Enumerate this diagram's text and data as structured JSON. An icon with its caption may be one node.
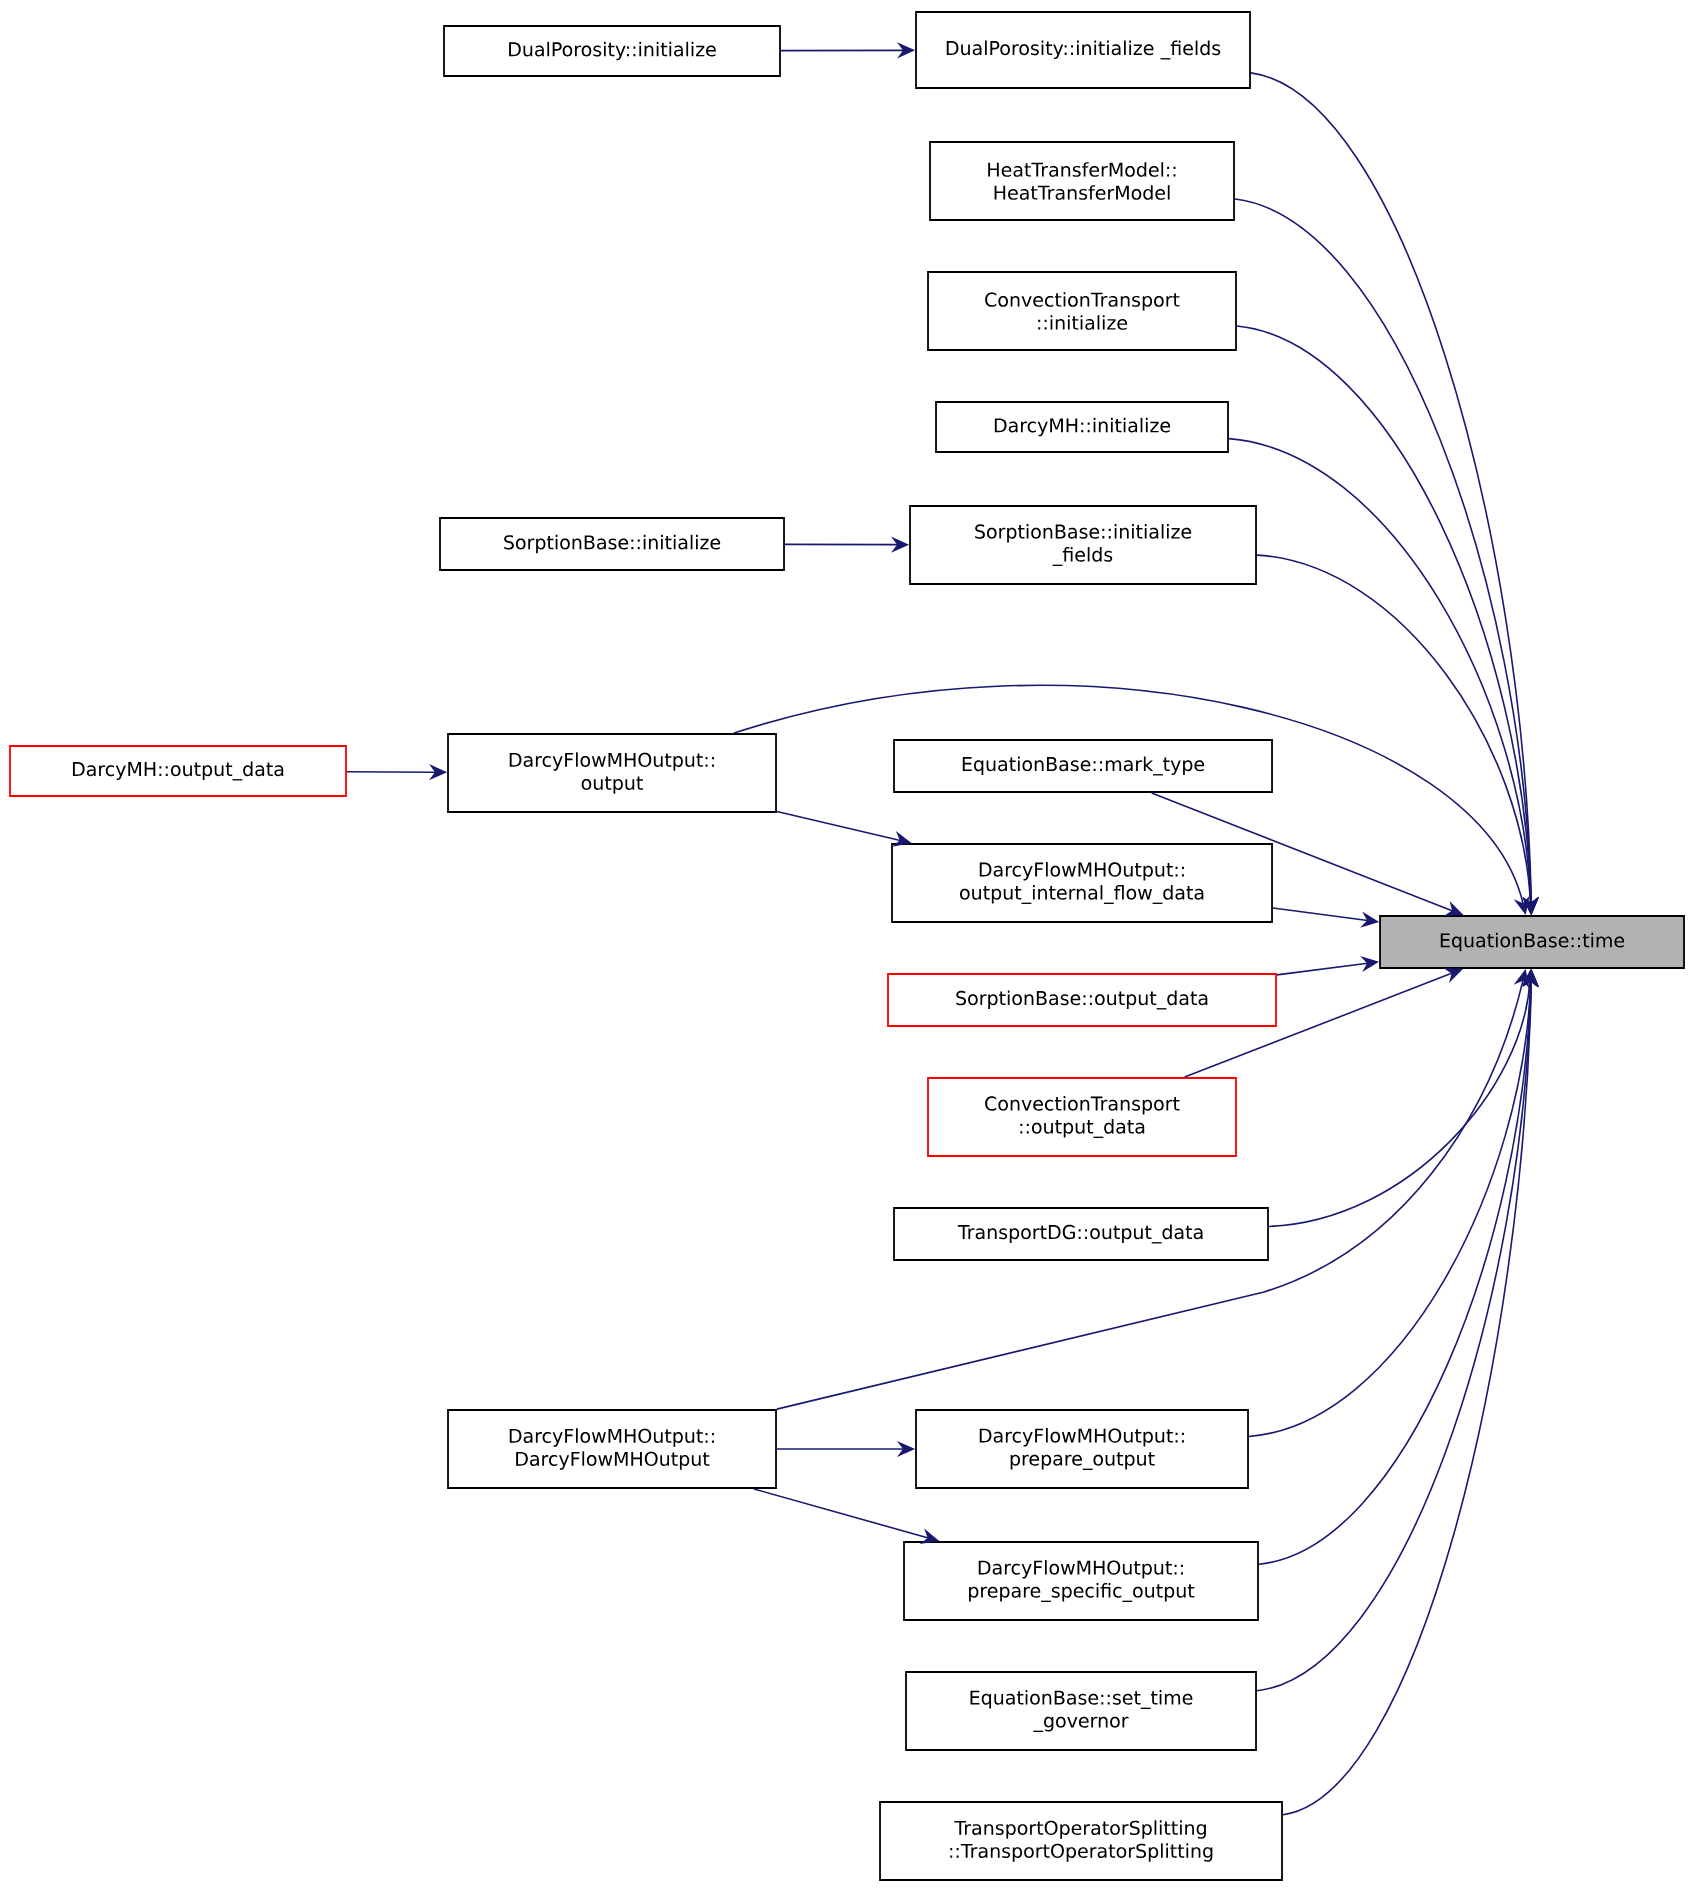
{
  "diagram": {
    "nodes": [
      {
        "text": [
          "EquationBase::time"
        ]
      },
      {
        "text": [
          "DualPorosity::initialize"
        ]
      },
      {
        "text": [
          "DualPorosity::initialize _fields"
        ]
      },
      {
        "text": [
          "HeatTransferModel:: HeatTransferModel"
        ]
      },
      {
        "text": [
          "ConvectionTransport ::initialize"
        ]
      },
      {
        "text": [
          "DarcyMH::initialize"
        ]
      },
      {
        "text": [
          "SorptionBase::initialize"
        ]
      },
      {
        "text": [
          "SorptionBase::initialize _fields"
        ]
      },
      {
        "text": [
          "DarcyMH::output_data"
        ]
      },
      {
        "text": [
          "DarcyFlowMHOutput:: output"
        ]
      },
      {
        "text": [
          "EquationBase::mark_type"
        ]
      },
      {
        "text": [
          "DarcyFlowMHOutput:: output_internal_flow_data"
        ]
      },
      {
        "text": [
          "SorptionBase::output_data"
        ]
      },
      {
        "text": [
          "ConvectionTransport ::output_data"
        ]
      },
      {
        "text": [
          "TransportDG::output_data"
        ]
      },
      {
        "text": [
          "DarcyFlowMHOutput:: DarcyFlowMHOutput"
        ]
      },
      {
        "text": [
          "DarcyFlowMHOutput:: prepare_output"
        ]
      },
      {
        "text": [
          "DarcyFlowMHOutput:: prepare_specific_output"
        ]
      },
      {
        "text": [
          "EquationBase::set_time _governor"
        ]
      },
      {
        "text": [
          "TransportOperatorSplitting ::TransportOperatorSplitting"
        ]
      }
    ],
    "edges": [
      {
        "from": 1,
        "to": 2,
        "arrow": "to"
      },
      {
        "from": 2,
        "to": 0,
        "arrow": "to"
      },
      {
        "from": 3,
        "to": 0,
        "arrow": "to"
      },
      {
        "from": 4,
        "to": 0,
        "arrow": "to"
      },
      {
        "from": 5,
        "to": 0,
        "arrow": "to"
      },
      {
        "from": 6,
        "to": 7,
        "arrow": "to"
      },
      {
        "from": 7,
        "to": 0,
        "arrow": "to"
      },
      {
        "from": 8,
        "to": 9,
        "arrow": "to"
      },
      {
        "from": 9,
        "to": 0,
        "arrow": "to"
      },
      {
        "from": 9,
        "to": 11,
        "arrow": "to"
      },
      {
        "from": 10,
        "to": 0,
        "arrow": "to"
      },
      {
        "from": 11,
        "to": 0,
        "arrow": "to"
      },
      {
        "from": 12,
        "to": 0,
        "arrow": "to"
      },
      {
        "from": 13,
        "to": 0,
        "arrow": "to"
      },
      {
        "from": 14,
        "to": 0,
        "arrow": "to"
      },
      {
        "from": 15,
        "to": 0,
        "arrow": "to"
      },
      {
        "from": 15,
        "to": 16,
        "arrow": "to"
      },
      {
        "from": 15,
        "to": 17,
        "arrow": "to"
      },
      {
        "from": 16,
        "to": 0,
        "arrow": "to"
      },
      {
        "from": 17,
        "to": 0,
        "arrow": "to"
      },
      {
        "from": 18,
        "to": 0,
        "arrow": "to"
      },
      {
        "from": 19,
        "to": 0,
        "arrow": "to"
      }
    ]
  }
}
